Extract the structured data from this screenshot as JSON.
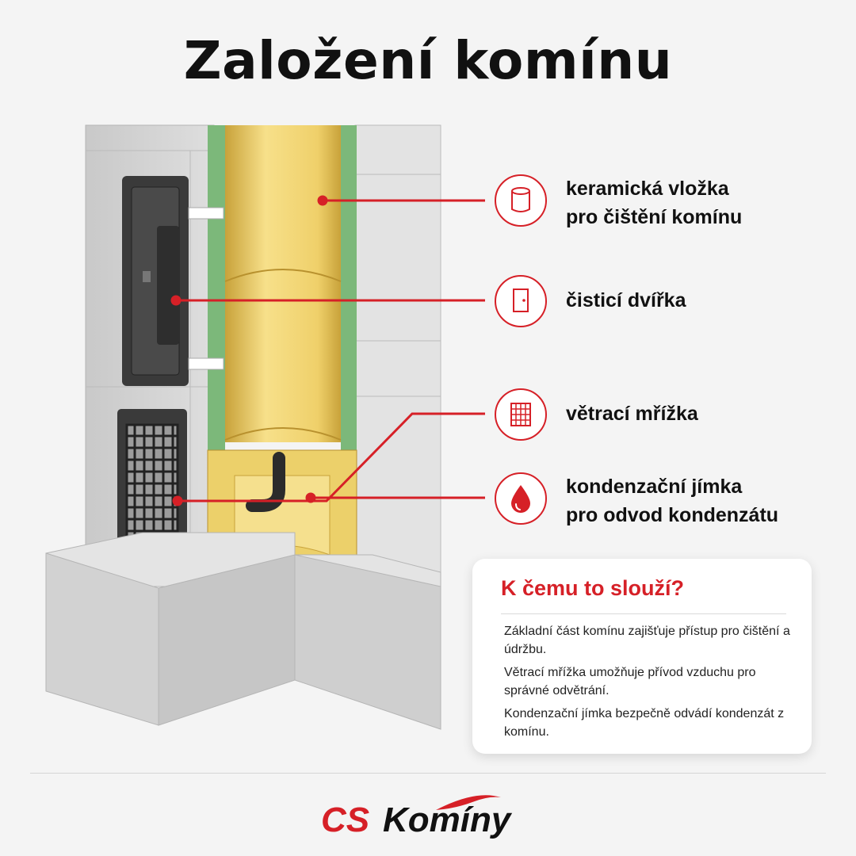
{
  "title": "Založení komínu",
  "callouts": [
    {
      "lines": [
        "keramická vložka",
        "pro čištění komínu"
      ],
      "icon": "ceramic-liner-icon"
    },
    {
      "lines": [
        "čisticí dvířka"
      ],
      "icon": "door-icon"
    },
    {
      "lines": [
        "větrací mřížka"
      ],
      "icon": "grille-icon"
    },
    {
      "lines": [
        "kondenzační jímka",
        "pro odvod kondenzátu"
      ],
      "icon": "drop-icon"
    }
  ],
  "info": {
    "heading": "K čemu to slouží?",
    "paragraphs": [
      "Základní část komínu zajišťuje přístup pro čištění a údržbu.",
      "Větrací mřížka umožňuje přívod vzduchu pro správné odvětrání.",
      "Kondenzační jímka bezpečně odvádí kondenzát z komínu."
    ]
  },
  "logo": {
    "brand": "CS",
    "name": "Komíny"
  },
  "colors": {
    "accent": "#d62027",
    "liner": "#f0d373",
    "insulation": "#7cb87a",
    "block": "#d8d8d8"
  }
}
